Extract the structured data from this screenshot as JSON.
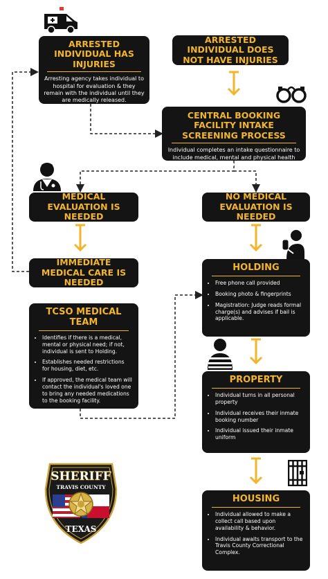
{
  "colors": {
    "accent": "#f2b52b",
    "box": "#141414",
    "line": "#222222"
  },
  "boxes": {
    "injuries": {
      "title": "ARRESTED INDIVIDUAL HAS INJURIES",
      "desc": "Arresting agency takes individual to hospital for evaluation & they remain with the individual until they are medically released."
    },
    "no_injuries": {
      "title": "ARRESTED INDIVIDUAL DOES NOT HAVE INJURIES"
    },
    "central_booking": {
      "title": "CENTRAL BOOKING FACILITY INTAKE SCREENING PROCESS",
      "desc": "Individual completes an intake questionnaire to include medical, mental and physical health history."
    },
    "medical_needed": {
      "title": "MEDICAL EVALUATION IS NEEDED"
    },
    "no_medical": {
      "title": "NO MEDICAL EVALUATION IS NEEDED"
    },
    "immediate_care": {
      "title": "IMMEDIATE MEDICAL CARE IS NEEDED"
    },
    "tcso_team": {
      "title": "TCSO MEDICAL TEAM",
      "items": [
        "Identifies if there is a medical, mental or physical need; if not, individual is sent to Holding.",
        "Establishes needed restrictions for housing, diet, etc.",
        "If approved, the medical team will contact the individual's loved one to bring any needed medications to the booking facility."
      ]
    },
    "holding": {
      "title": "HOLDING",
      "items": [
        "Free phone call provided",
        "Booking photo & fingerprints",
        "Magistration: Judge reads formal charge(s) and advises if bail is applicable."
      ]
    },
    "property": {
      "title": "PROPERTY",
      "items": [
        "Individual turns in all personal property",
        "Individual receives their inmate booking number",
        "Individual issued their inmate uniform"
      ]
    },
    "housing": {
      "title": "HOUSING",
      "items": [
        "Individual allowed to make a collect call based upon availability & behavior.",
        "Individual awaits transport to the Travis County Correctional Complex."
      ]
    }
  },
  "icons": [
    "ambulance-icon",
    "handcuffs-icon",
    "doctor-icon",
    "phone-call-icon",
    "inmate-icon",
    "jail-cell-icon"
  ],
  "badge": {
    "top": "SHERIFF",
    "arc": "TRAVIS COUNTY",
    "bottom": "TEXAS"
  }
}
